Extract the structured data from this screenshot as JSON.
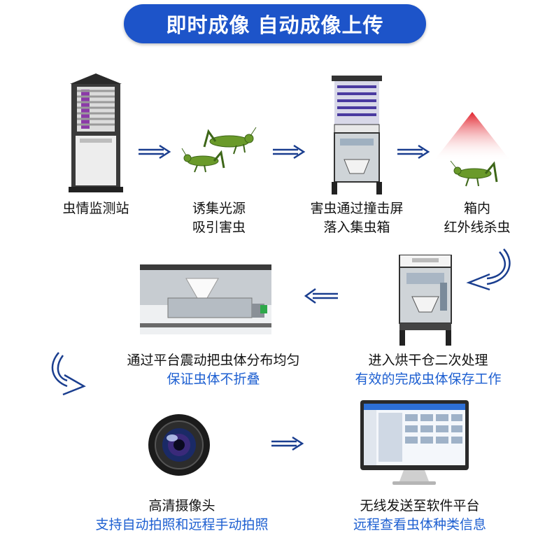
{
  "banner": {
    "title": "即时成像  自动成像上传"
  },
  "steps": {
    "station": {
      "line1": "虫情监测站"
    },
    "lure": {
      "line1": "诱集光源",
      "line2": "吸引害虫"
    },
    "screen": {
      "line1": "害虫通过撞击屏",
      "line2": "落入集虫箱"
    },
    "kill": {
      "line1": "箱内",
      "line2": "红外线杀虫"
    },
    "dry": {
      "line1": "进入烘干仓二次处理",
      "line2": "有效的完成虫体保存工作"
    },
    "vibrate": {
      "line1": "通过平台震动把虫体分布均匀",
      "line2": "保证虫体不折叠"
    },
    "camera": {
      "line1": "高清摄像头",
      "line2": "支持自动拍照和远程手动拍照"
    },
    "upload": {
      "line1": "无线发送至软件平台",
      "line2": "远程查看虫体种类信息"
    }
  },
  "colors": {
    "banner": "#1d54c9",
    "accent_text": "#1d5fd1",
    "arrow": "#1a3e8f",
    "kill_light": "#e1202a"
  }
}
